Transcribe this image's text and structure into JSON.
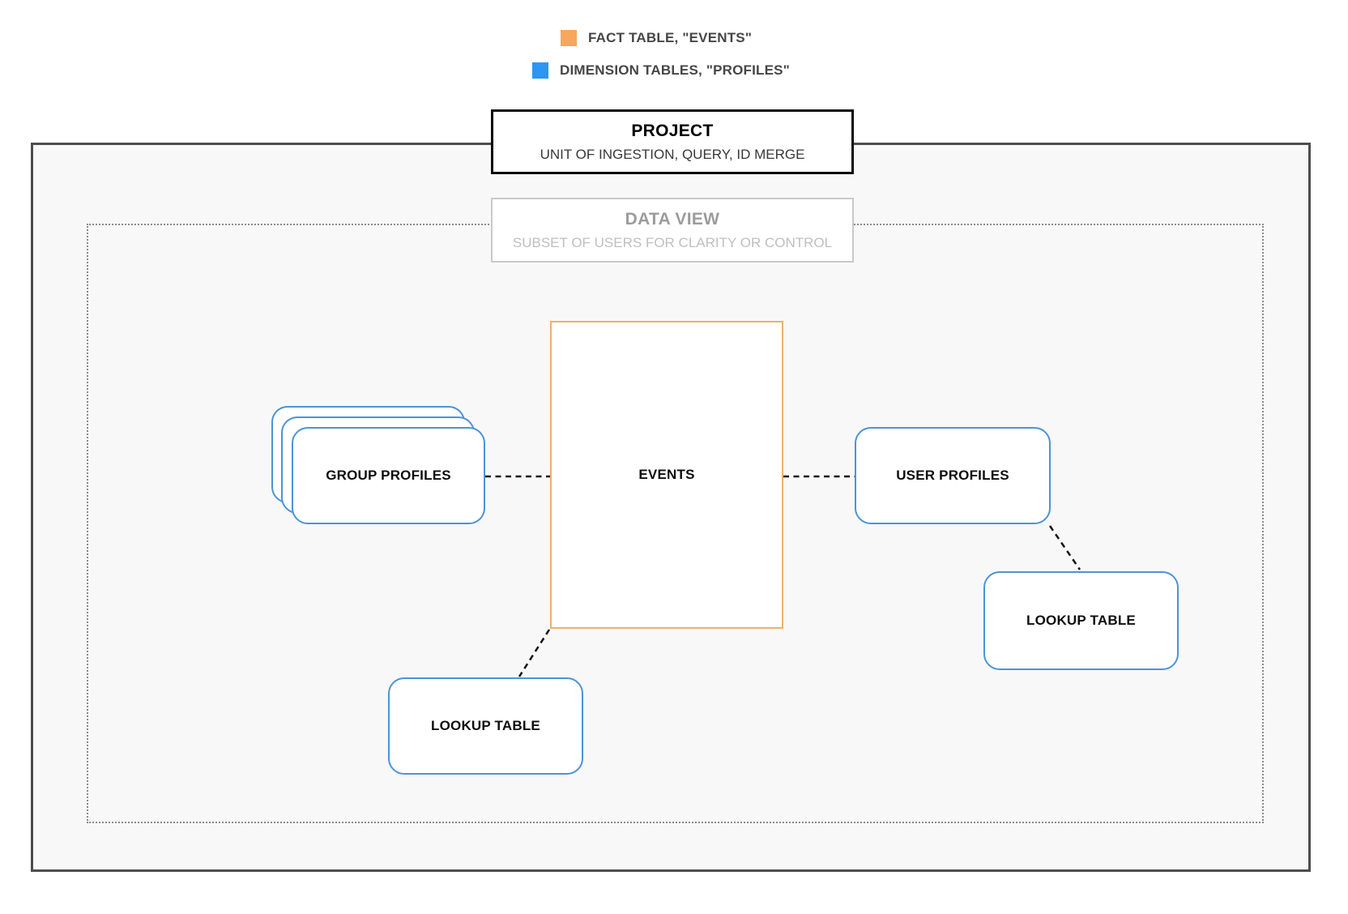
{
  "legend": {
    "items": [
      {
        "name": "fact-table",
        "label": "FACT TABLE, \"EVENTS\"",
        "color": "#f5a75d"
      },
      {
        "name": "dimension-tables",
        "label": "DIMENSION TABLES, \"PROFILES\"",
        "color": "#2d96f2"
      }
    ]
  },
  "project": {
    "title": "PROJECT",
    "subtitle": "UNIT OF INGESTION, QUERY, ID MERGE"
  },
  "data_view": {
    "title": "DATA VIEW",
    "subtitle": "SUBSET OF USERS FOR CLARITY OR CONTROL"
  },
  "nodes": {
    "events": {
      "label": "EVENTS",
      "role": "fact table"
    },
    "group_profiles": {
      "label": "GROUP PROFILES",
      "role": "dimension table stack"
    },
    "user_profiles": {
      "label": "USER PROFILES",
      "role": "dimension table"
    },
    "lookup_table_right": {
      "label": "LOOKUP TABLE",
      "role": "dimension table"
    },
    "lookup_table_bottom": {
      "label": "LOOKUP TABLE",
      "role": "dimension table"
    }
  },
  "colors": {
    "fact_orange_swatch": "#f5a75d",
    "dimension_blue_swatch": "#2d96f2",
    "node_border_blue": "#4b94d8",
    "events_border_orange": "#e9b26e",
    "project_border": "#0a0a0a",
    "outer_boundary_border": "#4d4d4d",
    "dotted_boundary_border": "#8c8c8c",
    "connector": "#141414",
    "inner_background": "#f8f8f8"
  }
}
